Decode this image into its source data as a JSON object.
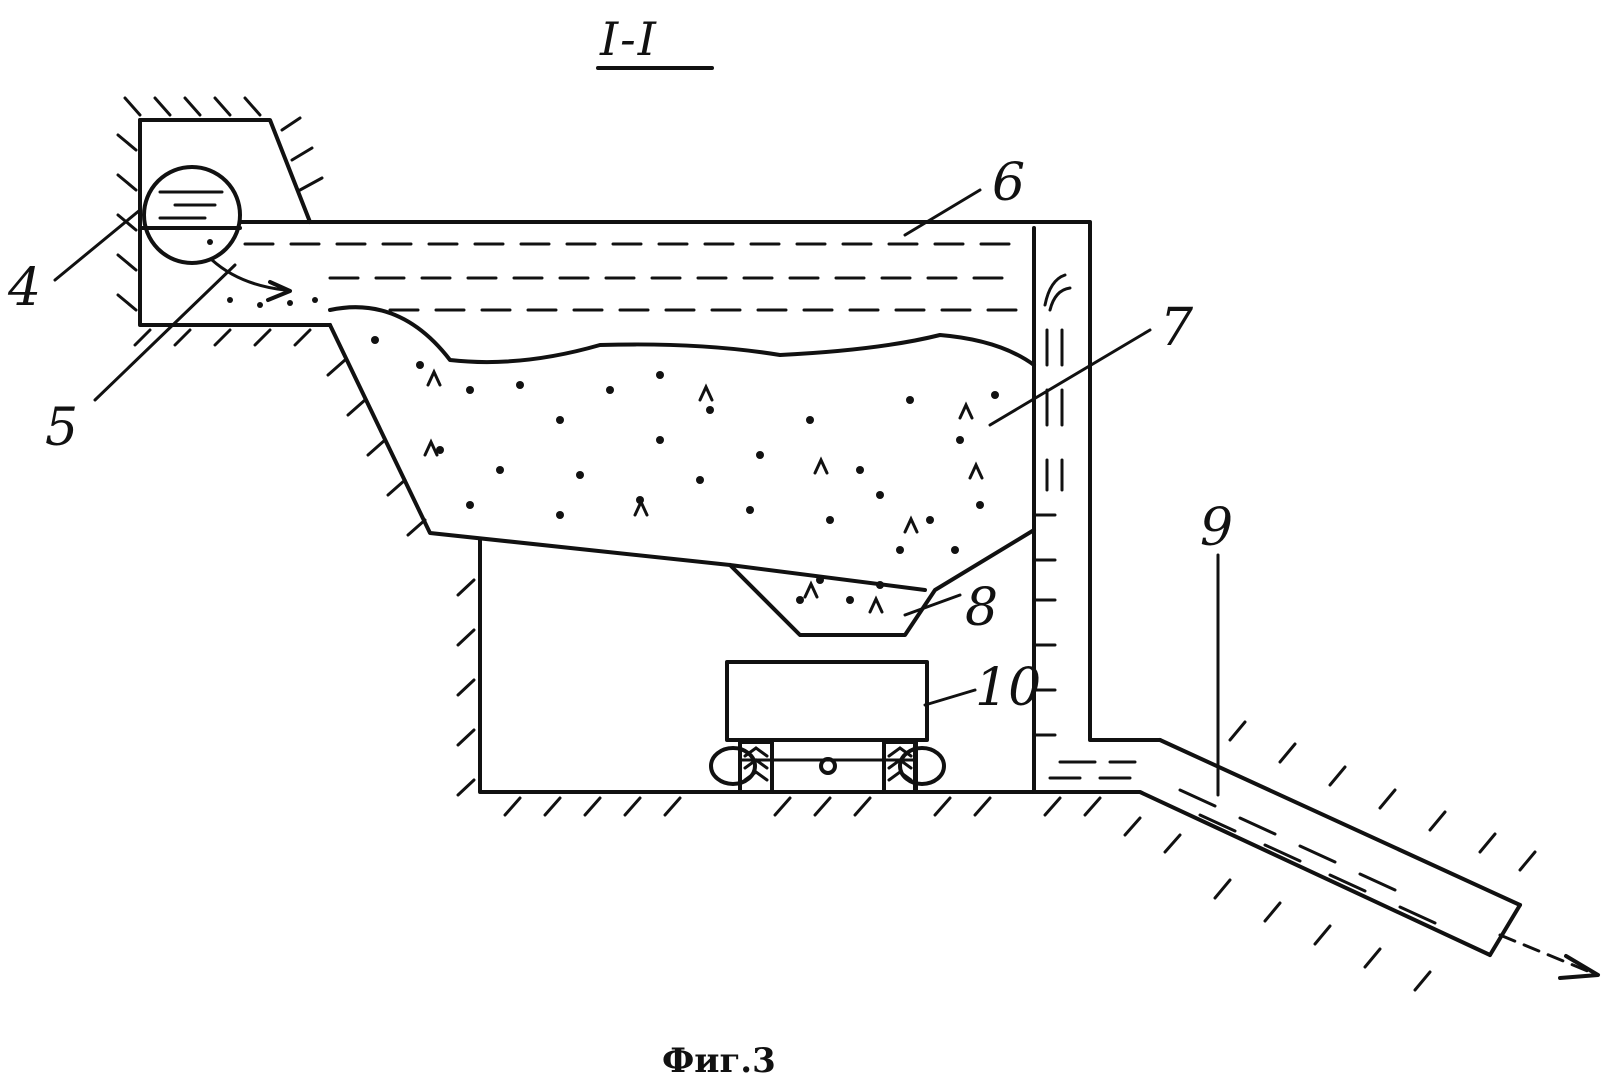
{
  "section_title": "I-I",
  "caption": "Фиг.3",
  "labels": {
    "l4": "4",
    "l5": "5",
    "l6": "6",
    "l7": "7",
    "l8": "8",
    "l9": "9",
    "l10": "10"
  },
  "colors": {
    "ink": "#111111",
    "paper": "#ffffff"
  }
}
